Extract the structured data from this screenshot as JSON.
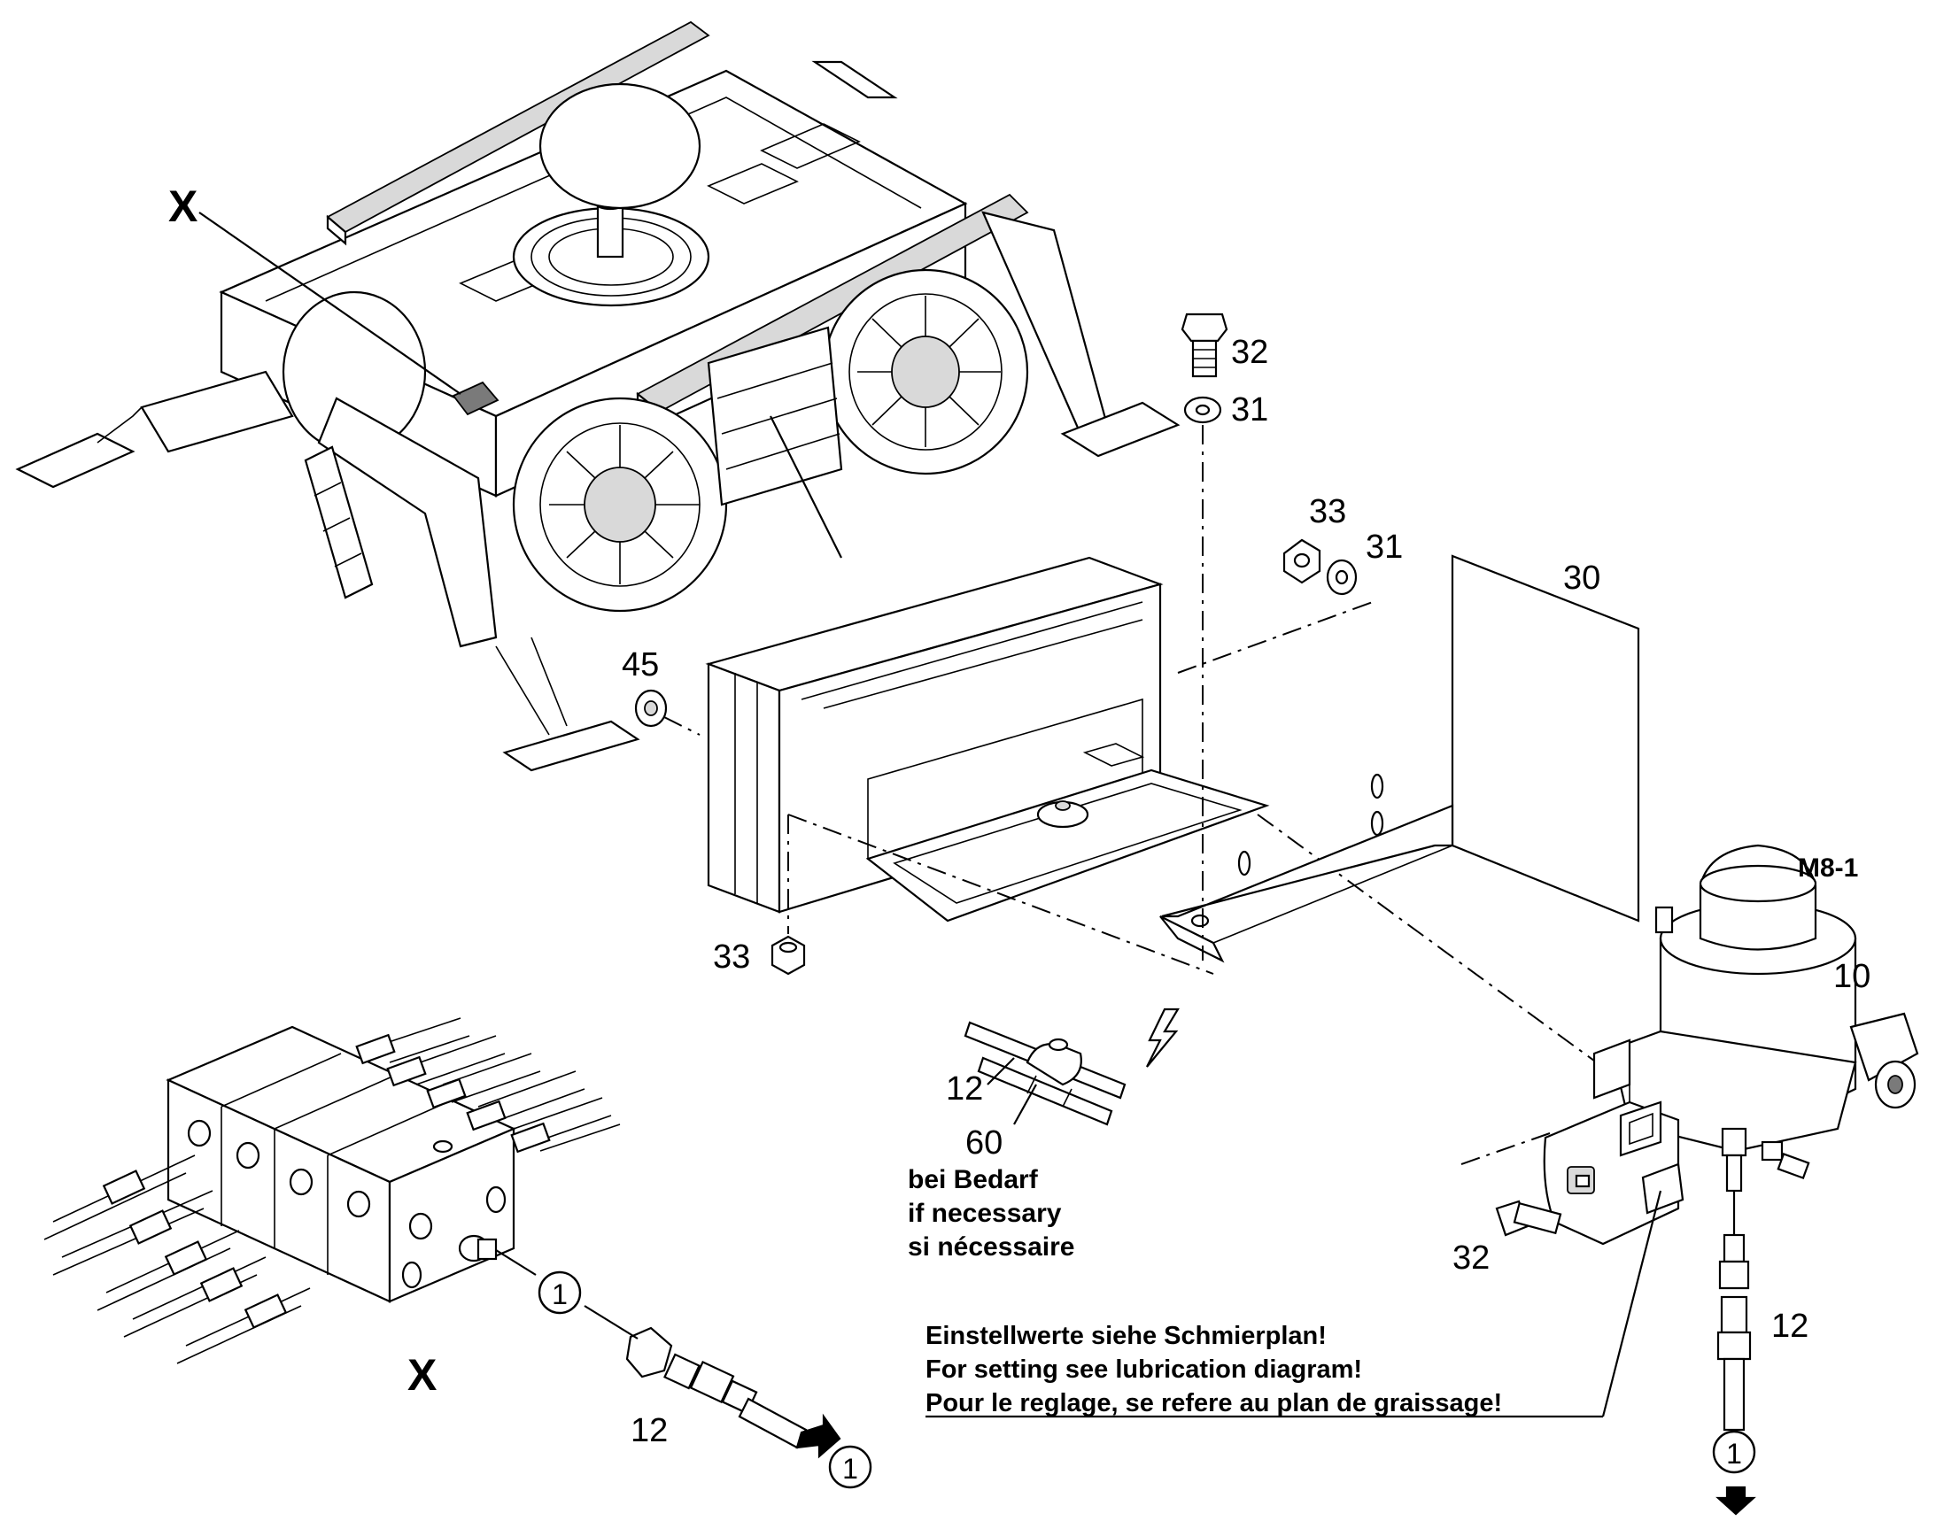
{
  "labels": {
    "x_top": "X",
    "x_bottom": "X",
    "p32_top": "32",
    "p31_top": "31",
    "p33_right": "33",
    "p31_right": "31",
    "p30": "30",
    "p45": "45",
    "p33_bottom": "33",
    "m8": "M8-1",
    "p10": "10",
    "p12_clip": "12",
    "p60": "60",
    "p32_pump": "32",
    "p12_pump": "12",
    "p12_block": "12"
  },
  "note_if_needed": [
    "bei Bedarf",
    "if necessary",
    "si nécessaire"
  ],
  "note_settings": [
    "Einstellwerte siehe Schmierplan!",
    "For setting see lubrication diagram!",
    "Pour le reglage, se refere au plan de graissage!"
  ],
  "callouts": {
    "c1_block": "1",
    "c1_hose_end": "1",
    "c1_pump": "1"
  },
  "icons": {
    "lightning": "lightning-icon",
    "arrow": "arrow-icon"
  }
}
